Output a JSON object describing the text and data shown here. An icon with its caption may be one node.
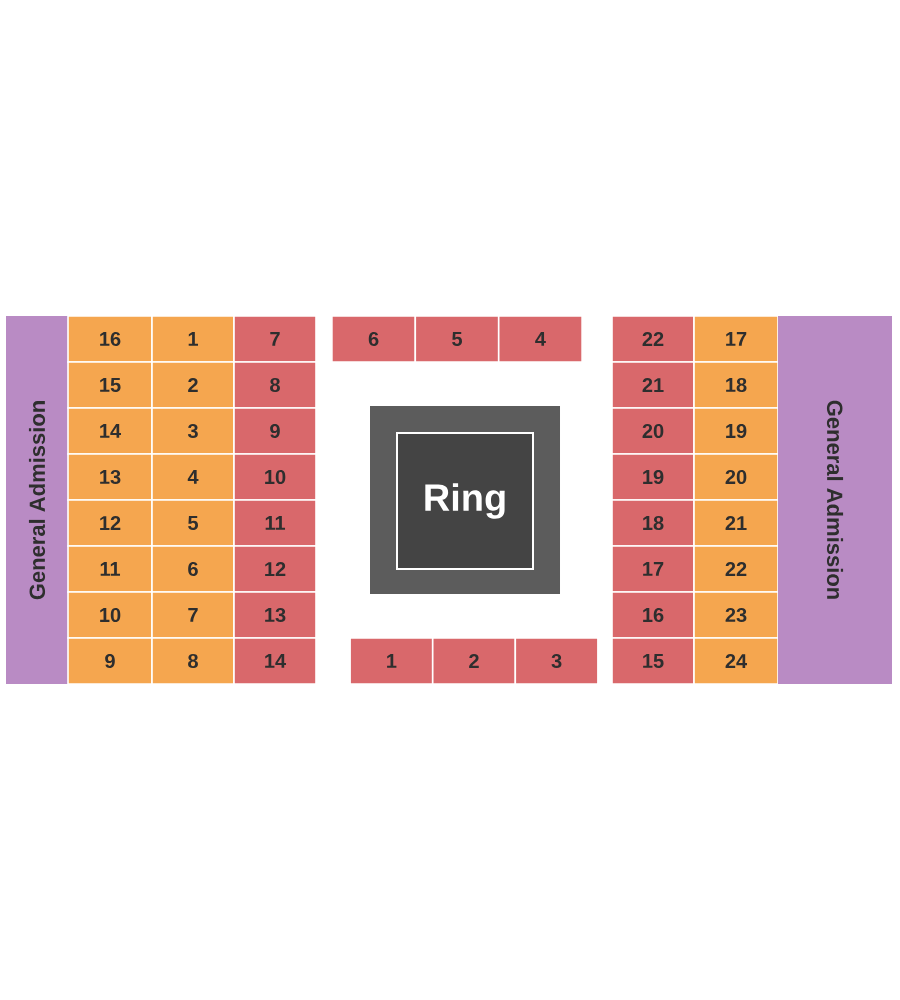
{
  "diagram": {
    "nodes": [
      {
        "text": [
          "General Admission"
        ]
      },
      {
        "text": [
          "16"
        ]
      },
      {
        "text": [
          "1"
        ]
      },
      {
        "text": [
          "7"
        ]
      },
      {
        "text": [
          "15"
        ]
      },
      {
        "text": [
          "2"
        ]
      },
      {
        "text": [
          "8"
        ]
      },
      {
        "text": [
          "14"
        ]
      },
      {
        "text": [
          "3"
        ]
      },
      {
        "text": [
          "9"
        ]
      },
      {
        "text": [
          "13"
        ]
      },
      {
        "text": [
          "4"
        ]
      },
      {
        "text": [
          "10"
        ]
      },
      {
        "text": [
          "12"
        ]
      },
      {
        "text": [
          "5"
        ]
      },
      {
        "text": [
          "11"
        ]
      },
      {
        "text": [
          "11"
        ]
      },
      {
        "text": [
          "6"
        ]
      },
      {
        "text": [
          "12"
        ]
      },
      {
        "text": [
          "10"
        ]
      },
      {
        "text": [
          "7"
        ]
      },
      {
        "text": [
          "13"
        ]
      },
      {
        "text": [
          "9"
        ]
      },
      {
        "text": [
          "8"
        ]
      },
      {
        "text": [
          "14"
        ]
      },
      {
        "text": [
          "6"
        ]
      },
      {
        "text": [
          "5"
        ]
      },
      {
        "text": [
          "4"
        ]
      },
      {
        "text": [
          "Ring"
        ]
      },
      {
        "text": [
          "1"
        ]
      },
      {
        "text": [
          "2"
        ]
      },
      {
        "text": [
          "3"
        ]
      },
      {
        "text": [
          "22"
        ]
      },
      {
        "text": [
          "17"
        ]
      },
      {
        "text": [
          "21"
        ]
      },
      {
        "text": [
          "18"
        ]
      },
      {
        "text": [
          "20"
        ]
      },
      {
        "text": [
          "19"
        ]
      },
      {
        "text": [
          "19"
        ]
      },
      {
        "text": [
          "20"
        ]
      },
      {
        "text": [
          "18"
        ]
      },
      {
        "text": [
          "21"
        ]
      },
      {
        "text": [
          "17"
        ]
      },
      {
        "text": [
          "22"
        ]
      },
      {
        "text": [
          "16"
        ]
      },
      {
        "text": [
          "23"
        ]
      },
      {
        "text": [
          "15"
        ]
      },
      {
        "text": [
          "24"
        ]
      },
      {
        "text": [
          "General Admission"
        ]
      }
    ]
  }
}
